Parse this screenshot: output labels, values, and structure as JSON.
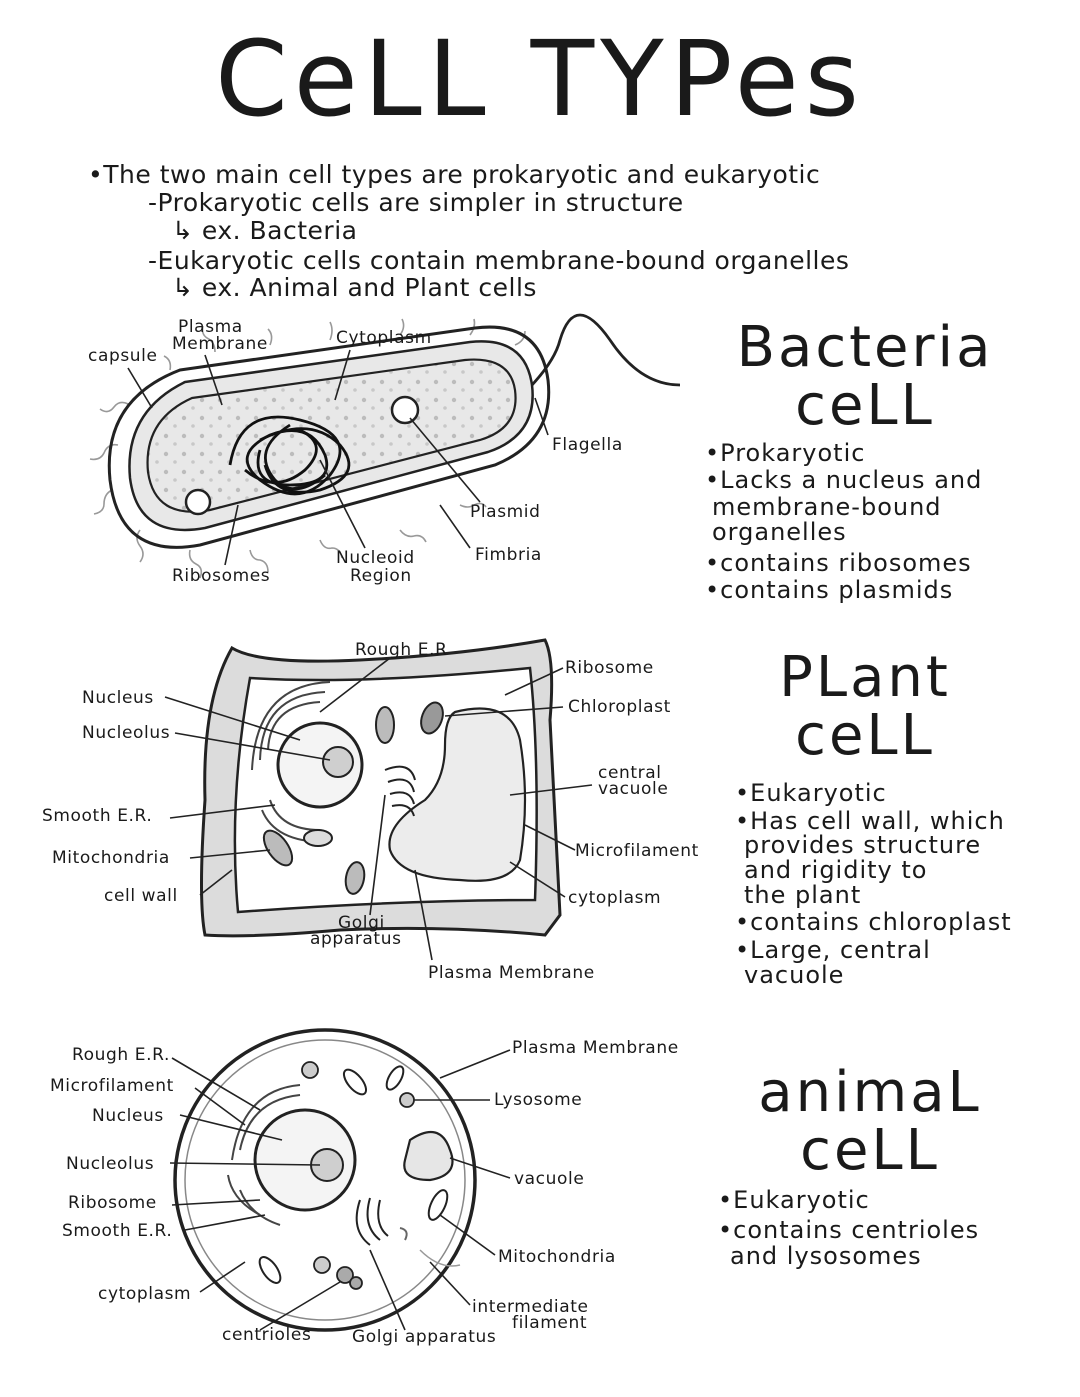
{
  "title": "CeLL TYPes",
  "intro": [
    "•The two main cell types are prokaryotic and eukaryotic",
    "-Prokaryotic cells are simpler in structure",
    "↳ ex. Bacteria",
    "-Eukaryotic cells contain membrane-bound organelles",
    "↳ ex. Animal and Plant cells"
  ],
  "bacteria": {
    "heading_line1": "Bacteria",
    "heading_line2": "ceLL",
    "bullets": [
      "•Prokaryotic",
      "•Lacks a nucleus and",
      "membrane-bound",
      "organelles",
      "•contains ribosomes",
      "•contains plasmids"
    ],
    "labels": {
      "capsule": "capsule",
      "plasma_membrane_1": "Plasma",
      "plasma_membrane_2": "Membrane",
      "cytoplasm": "Cytoplasm",
      "flagella": "Flagella",
      "plasmid": "Plasmid",
      "fimbria": "Fimbria",
      "nucleoid_1": "Nucleoid",
      "nucleoid_2": "Region",
      "ribosomes": "Ribosomes"
    }
  },
  "plant": {
    "heading_line1": "PLant",
    "heading_line2": "ceLL",
    "bullets": [
      "•Eukaryotic",
      "•Has cell wall, which",
      "provides structure",
      "and rigidity to",
      "the plant",
      "•contains chloroplast",
      "•Large, central",
      "vacuole"
    ],
    "labels": {
      "rough_er": "Rough E.R",
      "ribosome": "Ribosome",
      "chloroplast": "Chloroplast",
      "nucleus": "Nucleus",
      "nucleolus": "Nucleolus",
      "central_vacuole_1": "central",
      "central_vacuole_2": "vacuole",
      "smooth_er": "Smooth E.R.",
      "microfilament": "Microfilament",
      "mitochondria": "Mitochondria",
      "cell_wall": "cell wall",
      "cytoplasm": "cytoplasm",
      "golgi_1": "Golgi",
      "golgi_2": "apparatus",
      "plasma_membrane": "Plasma Membrane"
    }
  },
  "animal": {
    "heading_line1": "animaL",
    "heading_line2": "ceLL",
    "bullets": [
      "•Eukaryotic",
      "•contains centrioles",
      "and lysosomes"
    ],
    "labels": {
      "rough_er": "Rough E.R.",
      "plasma_membrane": "Plasma Membrane",
      "microfilament": "Microfilament",
      "nucleus": "Nucleus",
      "lysosome": "Lysosome",
      "nucleolus": "Nucleolus",
      "vacuole": "vacuole",
      "ribosome": "Ribosome",
      "smooth_er": "Smooth E.R.",
      "mitochondria": "Mitochondria",
      "cytoplasm": "cytoplasm",
      "intermediate_1": "intermediate",
      "intermediate_2": "filament",
      "centrioles": "centrioles",
      "golgi": "Golgi apparatus"
    }
  }
}
